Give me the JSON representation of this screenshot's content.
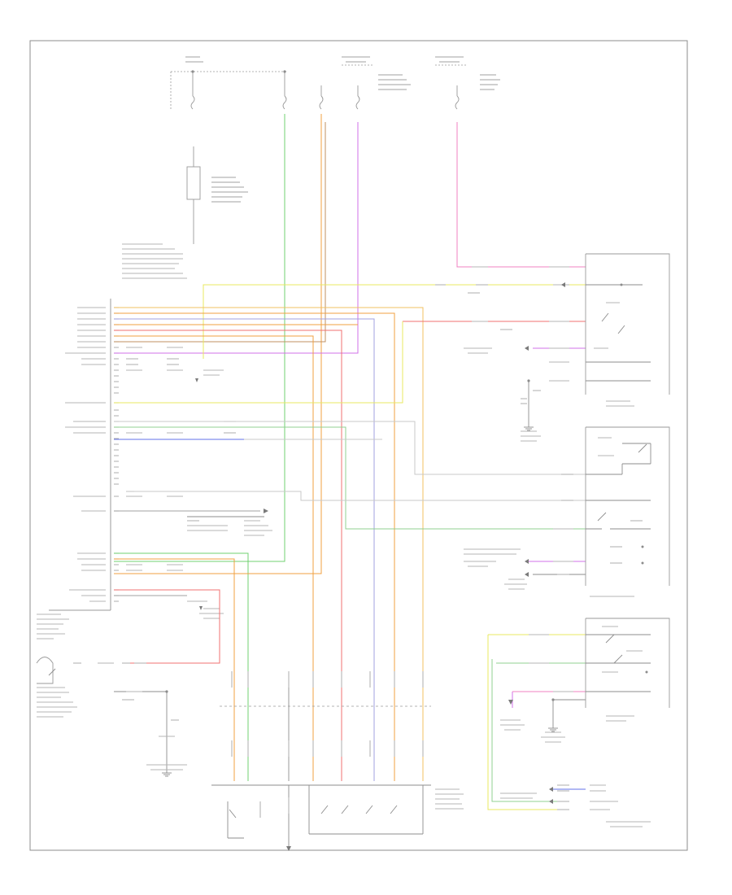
{
  "diagram": {
    "figure_code": "",
    "colors": {
      "line": "#9a9a9a",
      "frame": "#8c8c8c",
      "red": "#f07070",
      "orange": "#f0a040",
      "yellow": "#e8e860",
      "green": "#70d070",
      "purple": "#d070e8",
      "blue": "#6070e8",
      "brown": "#c09060",
      "pink": "#f080c0",
      "gray": "#c8c8c8"
    },
    "wires": [
      {
        "id": "w1",
        "color": "green"
      },
      {
        "id": "w2",
        "color": "orange"
      },
      {
        "id": "w3",
        "color": "brown"
      },
      {
        "id": "w4",
        "color": "purple"
      },
      {
        "id": "w5",
        "color": "red"
      },
      {
        "id": "w6",
        "color": "pink"
      },
      {
        "id": "w7",
        "color": "yellow"
      },
      {
        "id": "w8",
        "color": "blue"
      },
      {
        "id": "w9",
        "color": "gray"
      }
    ]
  }
}
